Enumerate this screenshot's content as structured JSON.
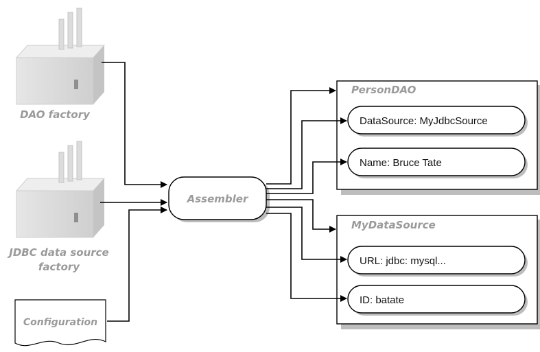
{
  "sources": {
    "dao_factory": "DAO factory",
    "jdbc_factory_line1": "JDBC data source",
    "jdbc_factory_line2": "factory",
    "configuration": "Configuration"
  },
  "assembler": {
    "label": "Assembler"
  },
  "person_dao": {
    "title": "PersonDAO",
    "properties": [
      "DataSource: MyJdbcSource",
      "Name: Bruce Tate"
    ]
  },
  "my_datasource": {
    "title": "MyDataSource",
    "properties": [
      "URL: jdbc: mysql...",
      "ID: batate"
    ]
  },
  "icons": {
    "factory": "factory-building-icon",
    "document": "document-icon"
  }
}
